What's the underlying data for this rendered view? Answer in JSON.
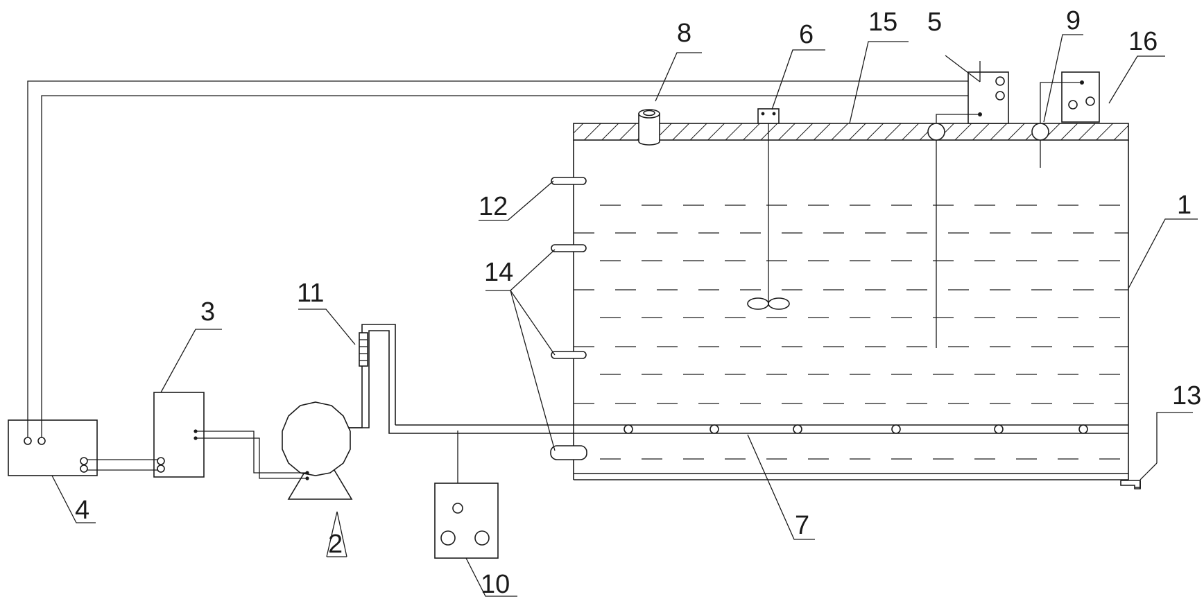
{
  "labels": {
    "l1": "1",
    "l2": "2",
    "l3": "3",
    "l4": "4",
    "l5": "5",
    "l6": "6",
    "l7": "7",
    "l8": "8",
    "l9": "9",
    "l10": "10",
    "l11": "11",
    "l12": "12",
    "l13": "13",
    "l14": "14",
    "l15": "15",
    "l16": "16"
  },
  "colors": {
    "line": "#1a1a1a",
    "background": "#ffffff"
  }
}
